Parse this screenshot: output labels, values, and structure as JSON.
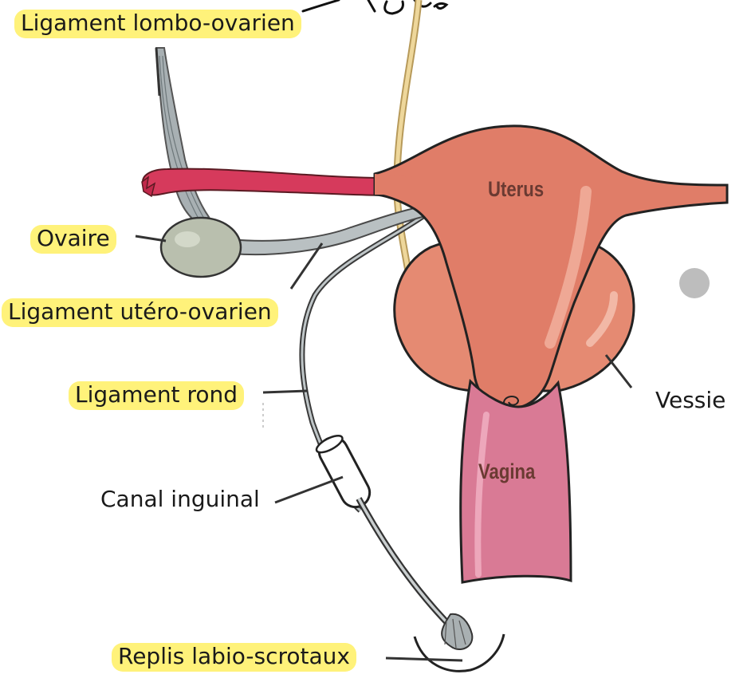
{
  "labels": {
    "ligament_lombo_ovarien": "Ligament lombo-ovarien",
    "ovaire": "Ovaire",
    "ligament_utero_ovarien": "Ligament utéro-ovarien",
    "ligament_rond": "Ligament rond",
    "canal_inguinal": "Canal inguinal",
    "replis_labio_scrotaux": "Replis labio-scrotaux",
    "vessie": "Vessie"
  },
  "organs": {
    "uterus": "Uterus",
    "vagina": "Vagina"
  },
  "colors": {
    "highlight": "#fff27a",
    "uterus": "#e07d68",
    "uterus_dark": "#c85b48",
    "vessie": "#e58a72",
    "vagina": "#d97a95",
    "tube_end": "#d9345a",
    "ovary": "#b9bfae",
    "ligament": "#9aa3a6",
    "artery": "#e9cf8f"
  }
}
